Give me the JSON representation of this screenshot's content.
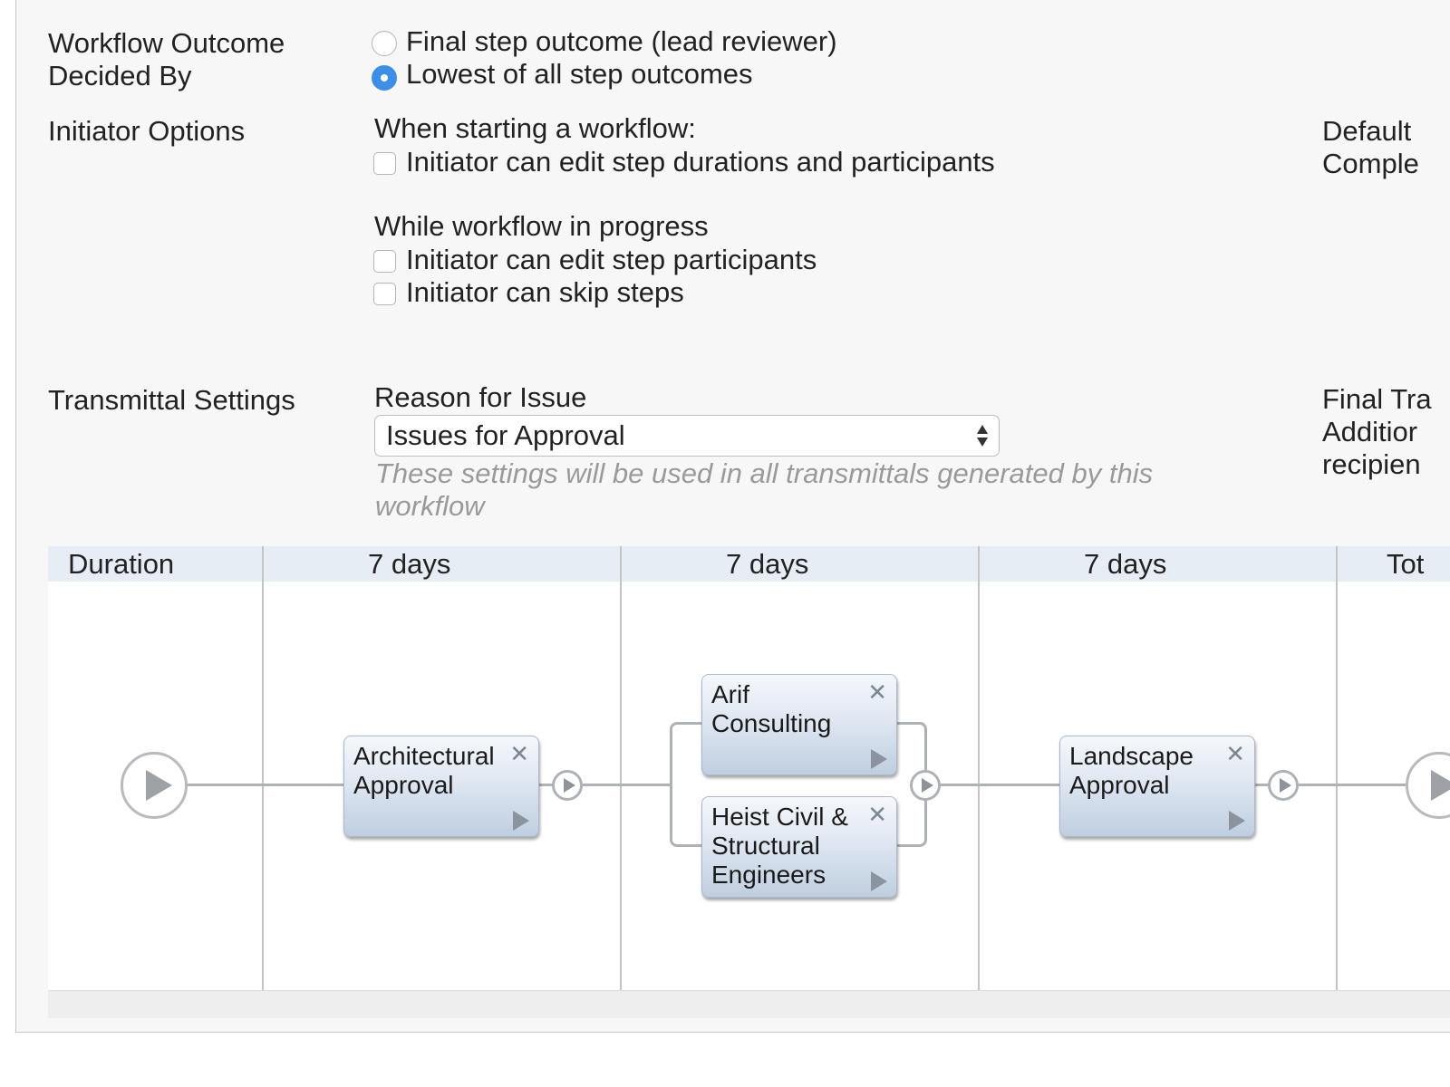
{
  "workflow_outcome": {
    "label": "Workflow Outcome Decided By",
    "options": [
      {
        "label": "Final step outcome (lead reviewer)",
        "checked": false
      },
      {
        "label": "Lowest of all step outcomes",
        "checked": true
      }
    ]
  },
  "initiator_options": {
    "label": "Initiator Options",
    "starting_heading": "When starting a workflow:",
    "starting_options": [
      {
        "label": "Initiator can edit step durations and participants",
        "checked": false
      }
    ],
    "progress_heading": "While workflow in progress",
    "progress_options": [
      {
        "label": "Initiator can edit step participants",
        "checked": false
      },
      {
        "label": "Initiator can skip steps",
        "checked": false
      }
    ],
    "right_label_line1": "Default",
    "right_label_line2": "Comple"
  },
  "transmittal": {
    "label": "Transmittal Settings",
    "reason_label": "Reason for Issue",
    "reason_value": "Issues for Approval",
    "hint": "These settings will be used in all transmittals generated by this workflow",
    "right_label_line1": "Final Tra",
    "right_label_line2": "Additior",
    "right_label_line3": "recipien"
  },
  "diagram": {
    "duration_label": "Duration",
    "columns": [
      "7 days",
      "7 days",
      "7 days",
      "Tot"
    ],
    "steps": [
      {
        "name": "Architectural Approval"
      },
      {
        "name": "Arif Consulting"
      },
      {
        "name": "Heist Civil & Structural Engineers"
      },
      {
        "name": "Landscape Approval"
      }
    ],
    "close_glyph": "✕"
  },
  "colors": {
    "panel_bg": "#f7f7f7",
    "radio_selected": "#3d8ee8",
    "duration_row_bg": "#e7edf5",
    "hint_text": "#9a9a9a"
  }
}
